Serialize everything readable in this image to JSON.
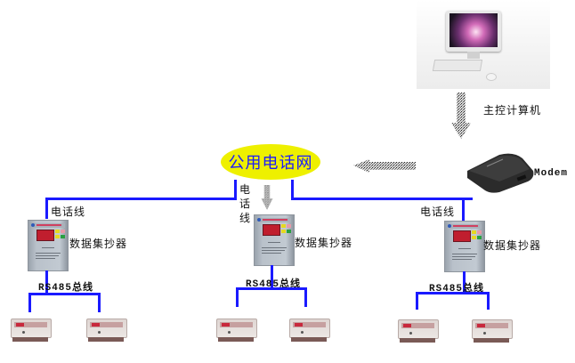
{
  "diagram": {
    "type": "network-topology",
    "nodes": {
      "host_computer": {
        "label": "主控计算机",
        "icon": "desktop-computer-icon"
      },
      "modem": {
        "label": "Modem",
        "icon": "modem-icon"
      },
      "pstn": {
        "label": "公用电话网",
        "fill_color": "#eef000",
        "text_color": "#1a1aff"
      },
      "collectors": [
        {
          "label": "数据集抄器",
          "uplink_label": "电话线",
          "bus_label": "RS485总线",
          "meters": 2
        },
        {
          "label": "数据集抄器",
          "uplink_label": "电话线",
          "bus_label": "RS485总线",
          "meters": 2
        },
        {
          "label": "数据集抄器",
          "uplink_label": "电话线",
          "bus_label": "RS485总线",
          "meters": 2
        }
      ]
    },
    "center_uplink_label_chars": [
      "电",
      "话",
      "线"
    ],
    "line_color": "#1a1aff",
    "edges": [
      {
        "from": "主控计算机",
        "to": "Modem",
        "style": "dithered-arrow"
      },
      {
        "from": "Modem",
        "to": "公用电话网",
        "style": "dithered-arrow"
      },
      {
        "from": "公用电话网",
        "to": "数据集抄器",
        "via": "电话线"
      },
      {
        "from": "数据集抄器",
        "to": "电表",
        "via": "RS485总线"
      }
    ]
  }
}
